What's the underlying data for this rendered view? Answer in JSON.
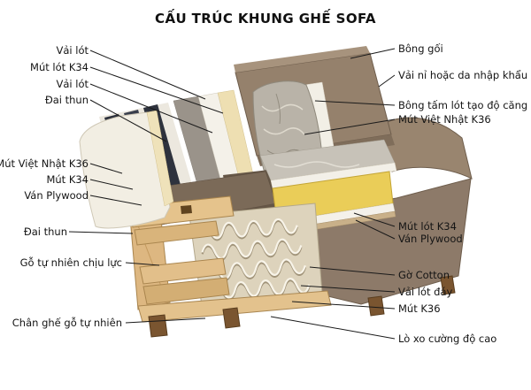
{
  "title": "CẤU TRÚC KHUNG GHẾ SOFA",
  "left_labels": [
    "Vải lót",
    "Mút lót K34",
    "Vải lót",
    "Đai thun",
    "Mút Việt Nhật K36",
    "Mút K34",
    "Ván Plywood",
    "Đai thun",
    "Gỗ tự nhiên chịu lực",
    "Chân ghế gỗ tự nhiên"
  ],
  "right_labels": [
    "Bông gối",
    "Vải nỉ hoặc da nhập khẩu",
    "Bông tấm lót tạo độ căng",
    "Mút Việt Nhật K36",
    "Mút lót K34",
    "Ván Plywood",
    "Gờ Cotton",
    "Vải lót đáy",
    "Mút K36",
    "Lò xo cường độ cao"
  ],
  "palette": {
    "fabric_brown": "#95816c",
    "foam_yellow": "#eacd58",
    "wood_light": "#e2bf8a",
    "leg_brown": "#7a5530",
    "silver_fabric": "#b9b3a8",
    "text": "#141414"
  }
}
